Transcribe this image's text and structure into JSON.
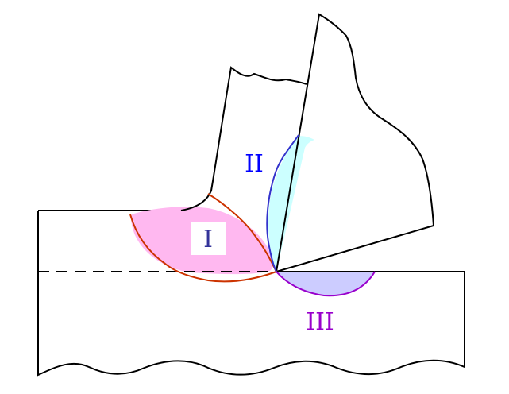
{
  "zones": {
    "primary": {
      "label": "I",
      "fill": "#ffb8f0",
      "boundary": "#cc3300",
      "text": "#333399"
    },
    "secondary": {
      "label": "II",
      "fill": "#ccffff",
      "boundary": "#3333cc",
      "text": "#0000ff"
    },
    "tertiary": {
      "label": "III",
      "fill": "#ccccff",
      "boundary": "#9900cc",
      "text": "#9900cc"
    }
  },
  "colors": {
    "outline": "#000000",
    "background": "#ffffff"
  }
}
